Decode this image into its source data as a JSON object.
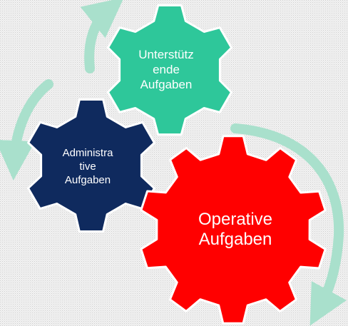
{
  "diagram": {
    "gears": [
      {
        "id": "support",
        "label": "Unterstütz\nende\nAufgaben",
        "color": "#2ec79a"
      },
      {
        "id": "admin",
        "label": "Administra\ntive\nAufgaben",
        "color": "#0f2a5e"
      },
      {
        "id": "operative",
        "label": "Operative\nAufgaben",
        "color": "#ff0000"
      }
    ],
    "arrow_color": "#a9e0cc",
    "background": "dotted light gray"
  }
}
